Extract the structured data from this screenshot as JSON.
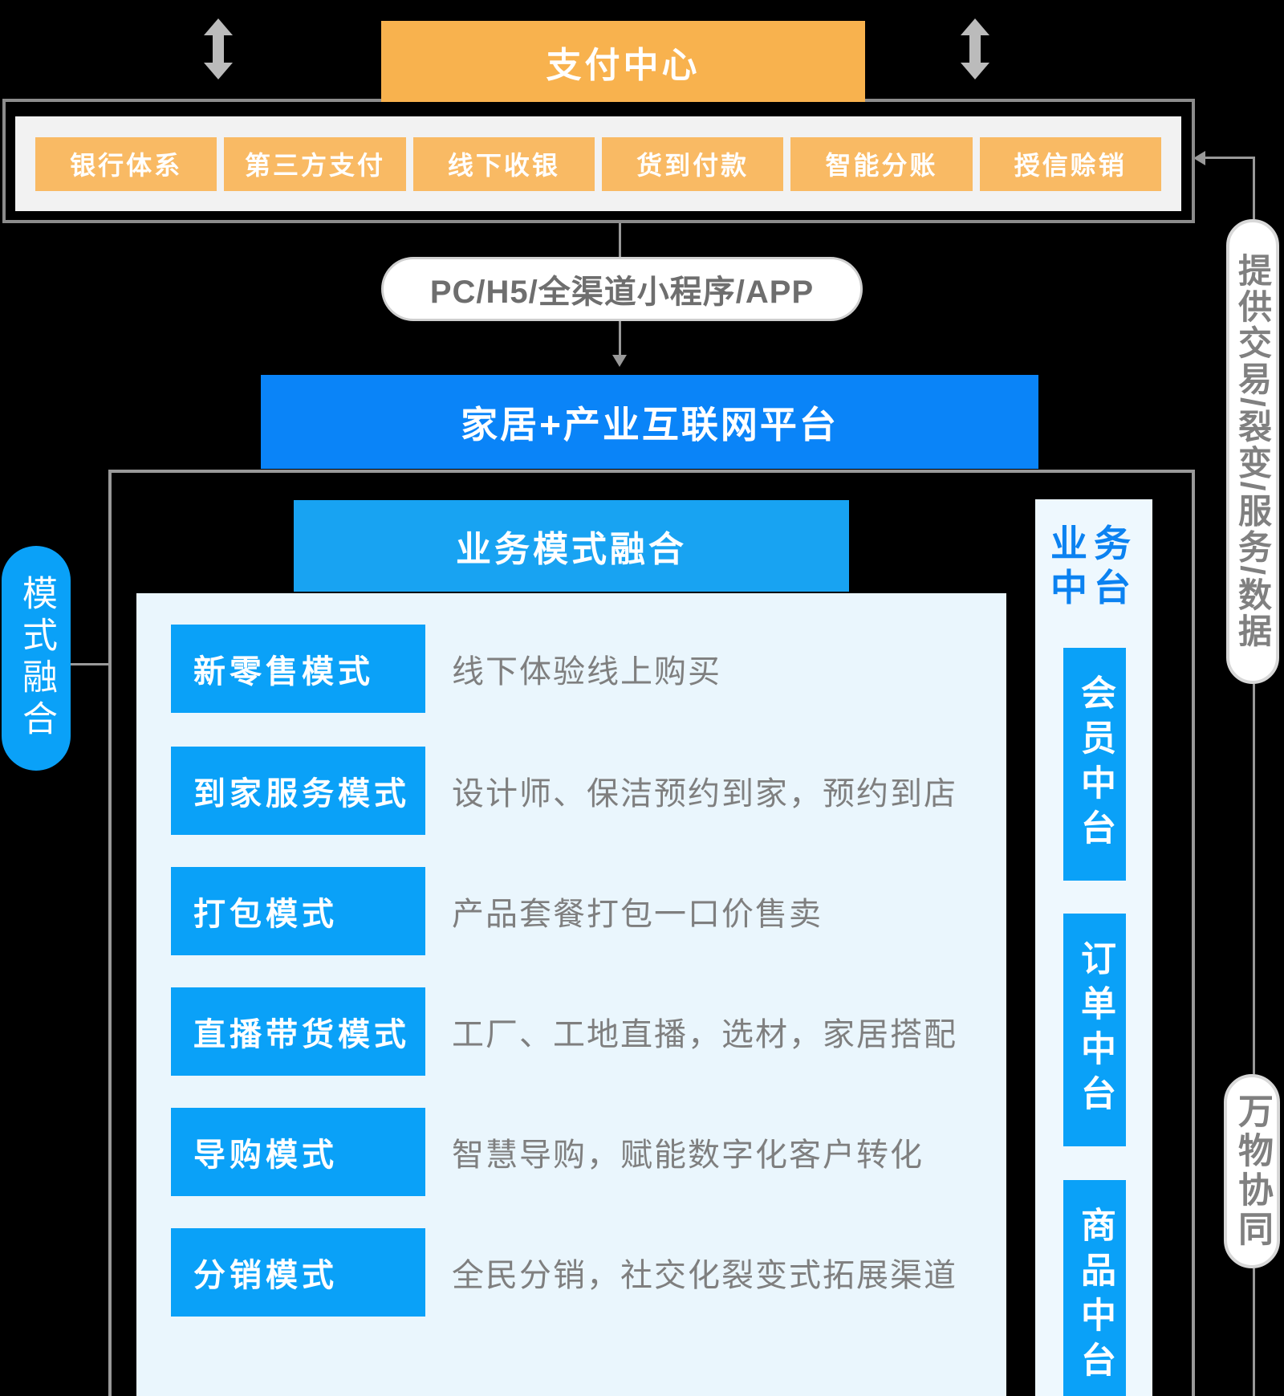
{
  "colors": {
    "background": "#000000",
    "orange_main": "#F8B24E",
    "orange_item": "#F9BA64",
    "inner_panel_gray": "#F2F2F2",
    "banner_blue": "#0A84F8",
    "header_blue": "#18A3F2",
    "box_blue": "#0AA1F8",
    "title_blue": "#0B82F1",
    "panel_light_blue": "#EAF6FD",
    "line_gray": "#999999",
    "arrow_gray": "#BBBBBB",
    "text_gray": "#7F7F7F"
  },
  "top": {
    "payment_center_label": "支付中心",
    "payment_methods": [
      "银行体系",
      "第三方支付",
      "线下收银",
      "货到付款",
      "智能分账",
      "授信赊销"
    ]
  },
  "channel_pill_label": "PC/H5/全渠道小程序/APP",
  "platform_banner_label": "家居+产业互联网平台",
  "business_fusion": {
    "title": "业务模式融合",
    "modes": [
      {
        "label": "新零售模式",
        "desc": "线下体验线上购买"
      },
      {
        "label": "到家服务模式",
        "desc": "设计师、保洁预约到家，预约到店"
      },
      {
        "label": "打包模式",
        "desc": "产品套餐打包一口价售卖"
      },
      {
        "label": "直播带货模式",
        "desc": "工厂、工地直播，选材，家居搭配"
      },
      {
        "label": "导购模式",
        "desc": "智慧导购，赋能数字化客户转化"
      },
      {
        "label": "分销模式",
        "desc": "全民分销，社交化裂变式拓展渠道"
      }
    ]
  },
  "middle_platform": {
    "title": "业务中台",
    "items": [
      "会员中台",
      "订单中台",
      "商品中台"
    ]
  },
  "side_labels": {
    "left_pill": "模式融合",
    "right_pill_top": "提供交易/裂变/服务/数据",
    "right_pill_bottom": "万物协同"
  }
}
